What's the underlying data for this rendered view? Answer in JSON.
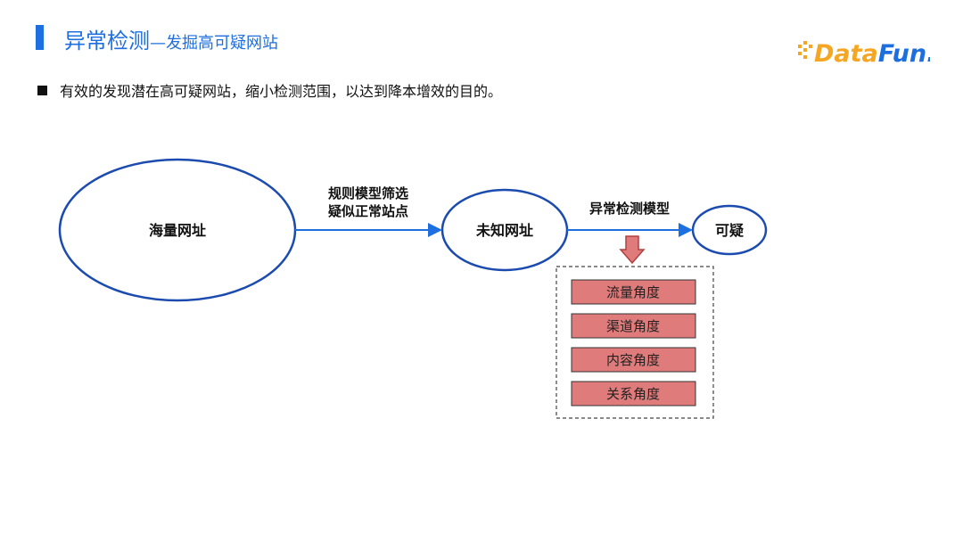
{
  "header": {
    "title_main": "异常检测",
    "title_sub": "—发掘高可疑网站",
    "logo_text": "DataFun."
  },
  "bullet": "有效的发现潜在高可疑网站，缩小检测范围，以达到降本增效的目的。",
  "diagram": {
    "nodes": {
      "massive_urls": "海量网址",
      "unknown_urls": "未知网址",
      "suspicious": "可疑"
    },
    "edges": {
      "rule_filter_line1": "规则模型筛选",
      "rule_filter_line2": "疑似正常站点",
      "anomaly_model": "异常检测模型"
    },
    "perspectives": [
      "流量角度",
      "渠道角度",
      "内容角度",
      "关系角度"
    ]
  },
  "colors": {
    "accent": "#1e6fe0",
    "node_stroke": "#1c4bb0",
    "box_fill": "#e07b7b",
    "logo_orange": "#f5a623",
    "logo_blue": "#1d6fe0"
  }
}
